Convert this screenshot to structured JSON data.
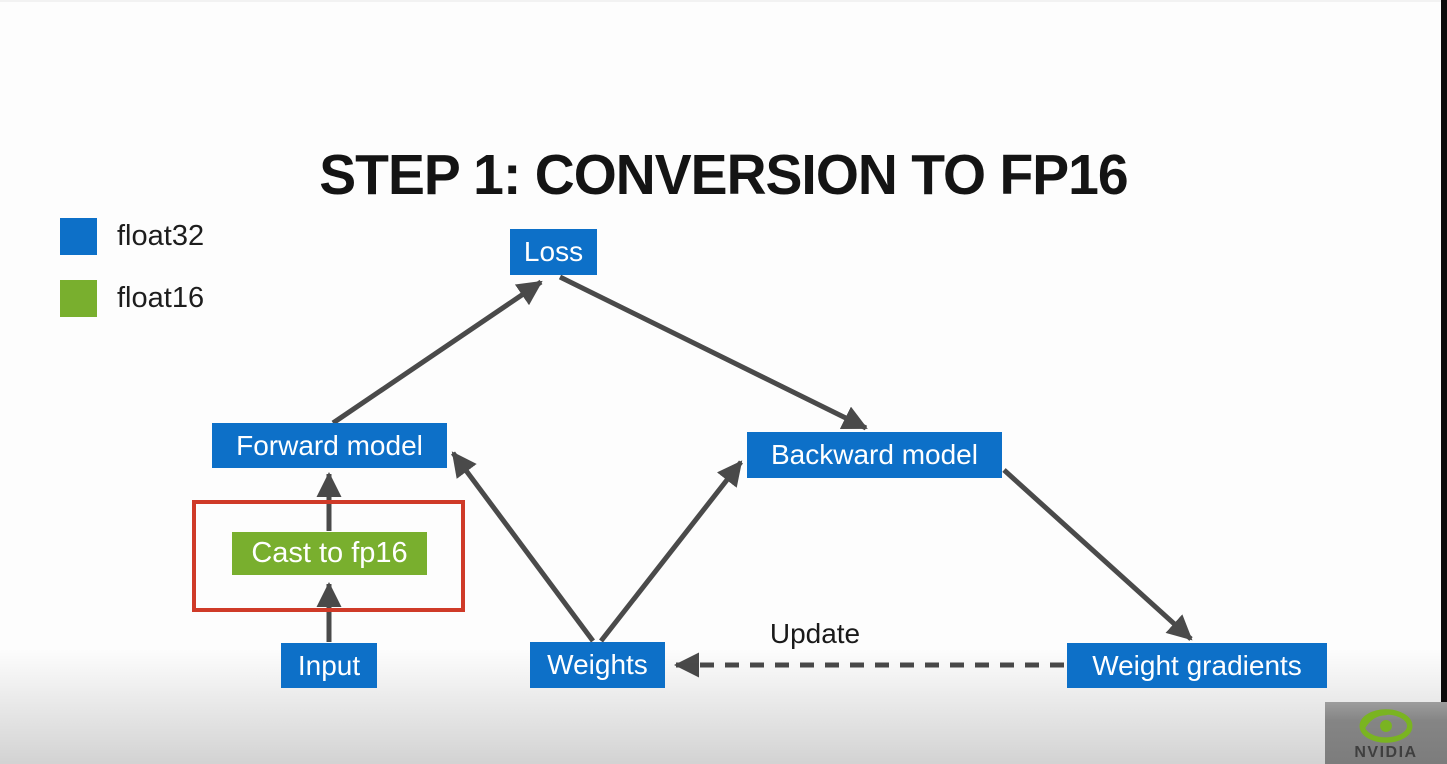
{
  "title": "STEP 1: CONVERSION TO FP16",
  "legend": {
    "items": [
      {
        "id": "float32",
        "label": "float32",
        "color": "#0d70c8"
      },
      {
        "id": "float16",
        "label": "float16",
        "color": "#79af2e"
      }
    ]
  },
  "diagram": {
    "nodes": {
      "loss": {
        "label": "Loss",
        "precision": "float32"
      },
      "forward": {
        "label": "Forward model",
        "precision": "float32"
      },
      "backward": {
        "label": "Backward model",
        "precision": "float32"
      },
      "cast": {
        "label": "Cast to fp16",
        "precision": "float16"
      },
      "input": {
        "label": "Input",
        "precision": "float32"
      },
      "weights": {
        "label": "Weights",
        "precision": "float32"
      },
      "weight_gradients": {
        "label": "Weight gradients",
        "precision": "float32"
      }
    },
    "edges": [
      {
        "from": "input",
        "to": "cast",
        "style": "solid"
      },
      {
        "from": "cast",
        "to": "forward",
        "style": "solid"
      },
      {
        "from": "forward",
        "to": "loss",
        "style": "solid"
      },
      {
        "from": "loss",
        "to": "backward",
        "style": "solid"
      },
      {
        "from": "weights",
        "to": "forward",
        "style": "solid"
      },
      {
        "from": "weights",
        "to": "backward",
        "style": "solid"
      },
      {
        "from": "backward",
        "to": "weight_gradients",
        "style": "solid"
      },
      {
        "from": "weight_gradients",
        "to": "weights",
        "style": "dashed",
        "label": "Update"
      }
    ],
    "highlight": {
      "around": "cast",
      "color": "#cf3a28"
    },
    "colors": {
      "box_blue": "#0d70c8",
      "box_green": "#79af2e",
      "arrow": "#4a4a4a",
      "highlight_red": "#cf3a28"
    }
  },
  "branding": {
    "name": "NVIDIA",
    "logo_color": "#7ab421"
  }
}
